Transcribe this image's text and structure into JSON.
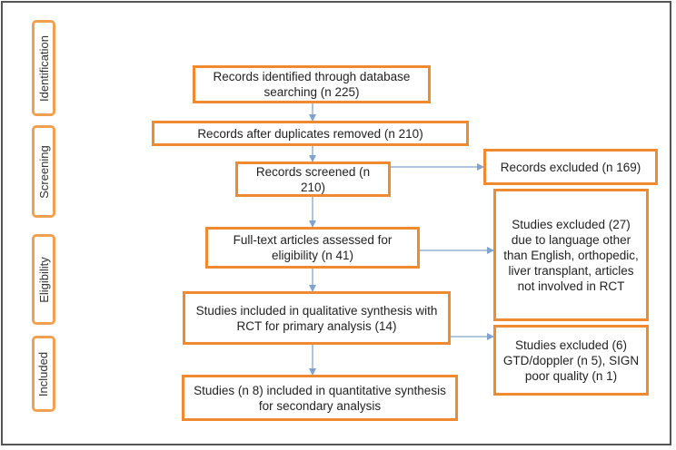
{
  "phases": [
    {
      "label": "Identification"
    },
    {
      "label": "Screening"
    },
    {
      "label": "Eligibility"
    },
    {
      "label": "Included"
    }
  ],
  "boxes": {
    "identified": "Records identified through database searching (n 225)",
    "after_duplicates": "Records after duplicates removed (n 210)",
    "screened": "Records screened (n 210)",
    "records_excluded": "Records excluded (n 169)",
    "full_text": "Full-text articles assessed for eligibility (n 41)",
    "studies_excluded_27": "Studies excluded (27) due to language other than English, orthopedic, liver transplant, articles not involved in RCT",
    "qualitative": "Studies included in qualitative synthesis with RCT for primary analysis (14)",
    "studies_excluded_6": "Studies excluded (6) GTD/doppler (n 5), SIGN poor quality (n 1)",
    "quantitative": "Studies (n 8) included in quantitative synthesis for secondary analysis"
  },
  "colors": {
    "box_border": "#f08a30",
    "phase_border": "#f0a050",
    "arrow": "#7fa3cc",
    "frame": "#555555"
  }
}
